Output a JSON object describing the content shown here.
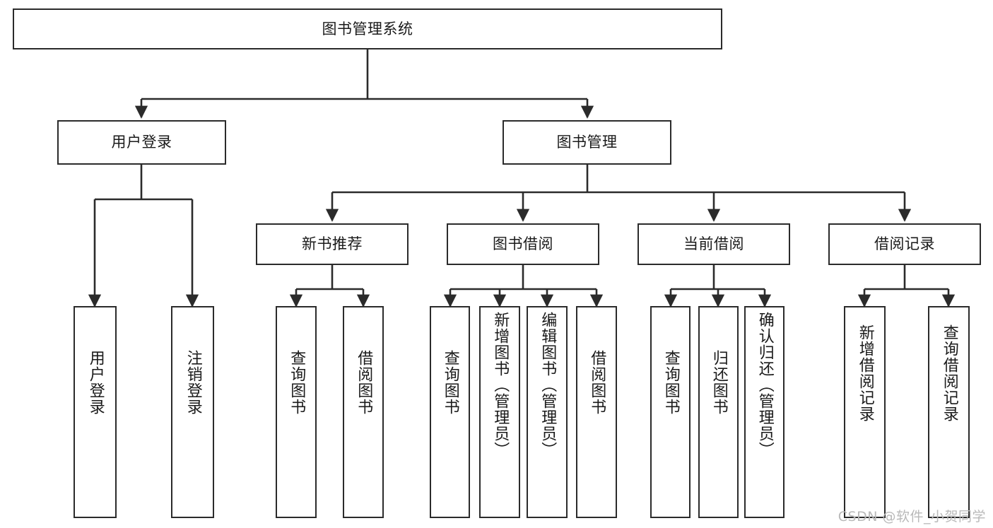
{
  "diagram": {
    "title": "图书管理系统",
    "watermark": "CSDN @软件_小贺同学",
    "stroke_color": "#2b2b2b",
    "text_color": "#1a1a1a",
    "background": "#ffffff",
    "nodes": {
      "root": "图书管理系统",
      "level2": {
        "user_login": "用户登录",
        "book_manage": "图书管理"
      },
      "level3": {
        "new_book_recommend": "新书推荐",
        "book_borrow": "图书借阅",
        "current_borrow": "当前借阅",
        "borrow_record": "借阅记录"
      },
      "leaves": {
        "user_login_leaf": "用户登录",
        "logout_leaf": "注销登录",
        "rec_query_book": "查询图书",
        "rec_borrow_book": "借阅图书",
        "borrow_query_book": "查询图书",
        "borrow_add_book": "新增图书（管理员）",
        "borrow_edit_book": "编辑图书（管理员）",
        "borrow_borrow_book": "借阅图书",
        "cur_query_book": "查询图书",
        "cur_return_book": "归还图书",
        "cur_confirm_return": "确认归还（管理员）",
        "rec_add_record": "新增借阅记录",
        "rec_query_record": "查询借阅记录"
      }
    }
  }
}
